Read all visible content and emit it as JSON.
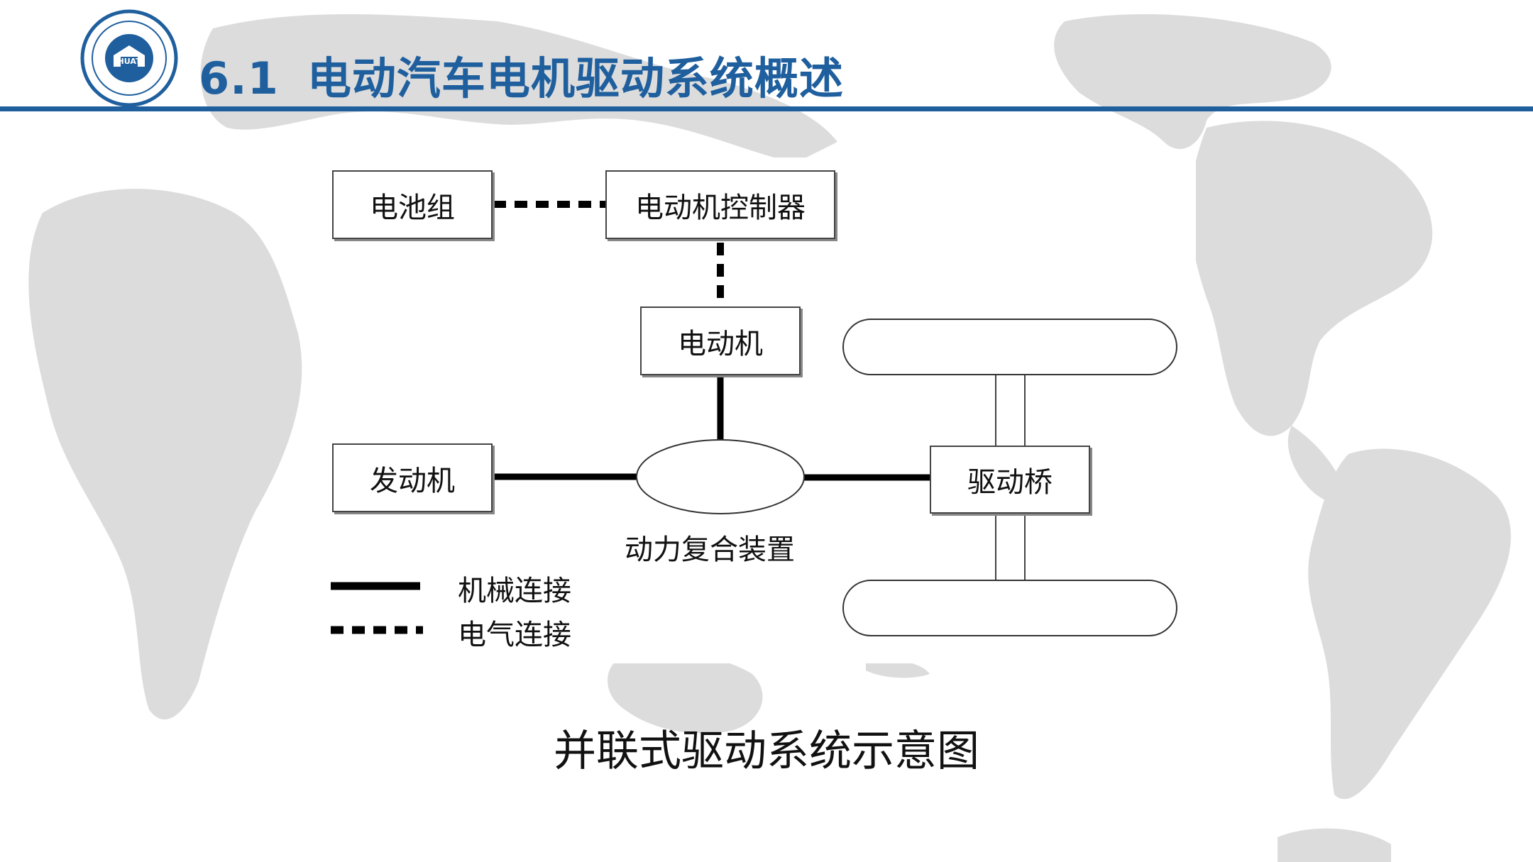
{
  "header": {
    "section_number": "6.1",
    "title": "电动汽车电机驱动系统概述",
    "logo_text": "HUAT",
    "accent_color": "#1f5f9e"
  },
  "diagram": {
    "nodes": {
      "battery": "电池组",
      "motor_controller": "电动机控制器",
      "motor": "电动机",
      "engine": "发动机",
      "coupler": "动力复合装置",
      "drive_axle": "驱动桥"
    },
    "legend": {
      "mechanical": "机械连接",
      "electrical": "电气连接"
    }
  },
  "caption": "并联式驱动系统示意图"
}
